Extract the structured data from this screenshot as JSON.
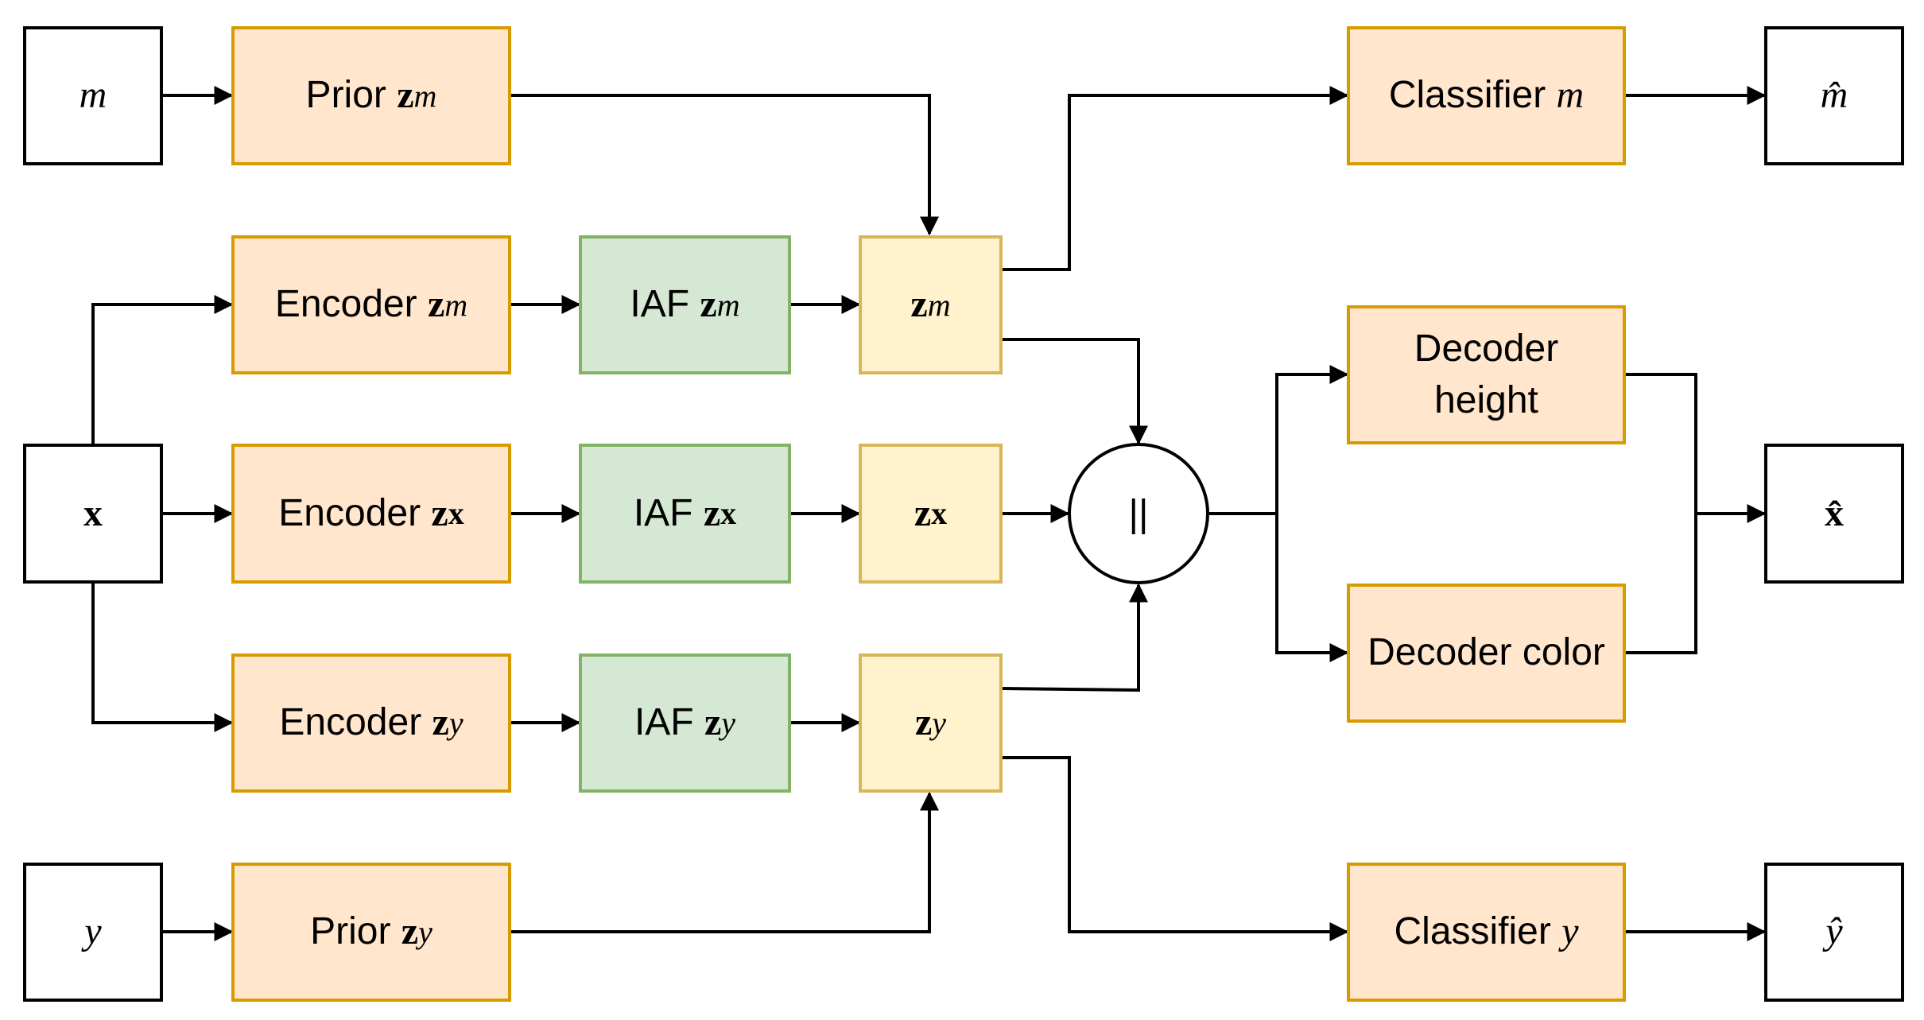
{
  "colors": {
    "orange_fill": "#ffe6cc",
    "orange_stroke": "#d79b00",
    "green_fill": "#d5e8d4",
    "green_stroke": "#82b366",
    "yellow_fill": "#fff2cc",
    "yellow_stroke": "#d6b656",
    "line": "#000000"
  },
  "nodes": {
    "input_m": {
      "var": "m"
    },
    "input_x": {
      "var": "x"
    },
    "input_y": {
      "var": "y"
    },
    "prior_zm": {
      "label": "Prior ",
      "var": "z",
      "sub": "m"
    },
    "prior_zy": {
      "label": "Prior ",
      "var": "z",
      "sub": "y"
    },
    "encoder_zm": {
      "label": "Encoder ",
      "var": "z",
      "sub": "m"
    },
    "encoder_zx": {
      "label": "Encoder ",
      "var": "z",
      "sub": "x"
    },
    "encoder_zy": {
      "label": "Encoder ",
      "var": "z",
      "sub": "y"
    },
    "iaf_zm": {
      "label": "IAF ",
      "var": "z",
      "sub": "m"
    },
    "iaf_zx": {
      "label": "IAF ",
      "var": "z",
      "sub": "x"
    },
    "iaf_zy": {
      "label": "IAF ",
      "var": "z",
      "sub": "y"
    },
    "latent_zm": {
      "var": "z",
      "sub": "m"
    },
    "latent_zx": {
      "var": "z",
      "sub": "x"
    },
    "latent_zy": {
      "var": "z",
      "sub": "y"
    },
    "concat": {
      "symbol": "||"
    },
    "classifier_m": {
      "label": "Classifier ",
      "var": "m"
    },
    "classifier_y": {
      "label": "Classifier ",
      "var": "y"
    },
    "decoder_height": {
      "line1": "Decoder",
      "line2": "height"
    },
    "decoder_color": {
      "label": "Decoder color"
    },
    "output_m": {
      "var": "m̂"
    },
    "output_x": {
      "var": "x̂"
    },
    "output_y": {
      "var": "ŷ"
    }
  }
}
